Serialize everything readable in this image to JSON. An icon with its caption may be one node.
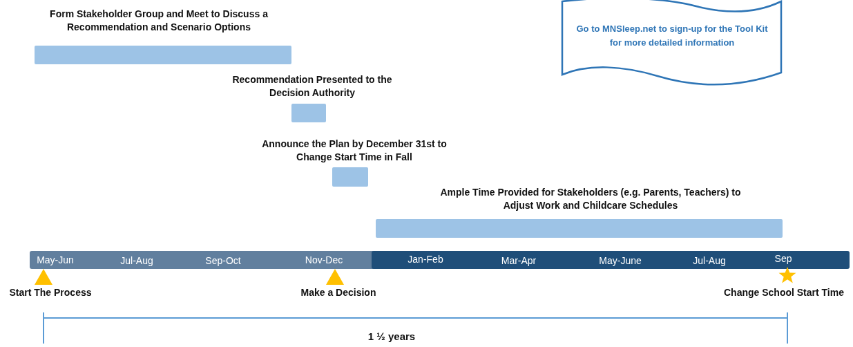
{
  "diagram": {
    "nodes": [
      {
        "text": [
          "Form Stakeholder Group and Meet to Discuss a Recommendation and Scenario Options"
        ]
      },
      {
        "text": [
          "Recommendation Presented to the Decision Authority"
        ]
      },
      {
        "text": [
          "Announce the Plan by December 31st to Change Start Time in Fall"
        ]
      },
      {
        "text": [
          "Ample Time Provided for Stakeholders (e.g. Parents, Teachers) to Adjust Work and Childcare Schedules"
        ]
      },
      {
        "text": [
          "Start The Process"
        ]
      },
      {
        "text": [
          "Make a Decision"
        ]
      },
      {
        "text": [
          "Change School Start Time"
        ]
      },
      {
        "text": [
          "Go to MNSleep.net to sign-up for the Tool Kit for more detailed information"
        ]
      }
    ],
    "edges": [],
    "labels": [
      "May-Jun",
      "Jul-Aug",
      "Sep-Oct",
      "Nov-Dec",
      "Jan-Feb",
      "Mar-Apr",
      "May-June",
      "Jul-Aug",
      "Sep",
      "1 ½ years"
    ]
  }
}
